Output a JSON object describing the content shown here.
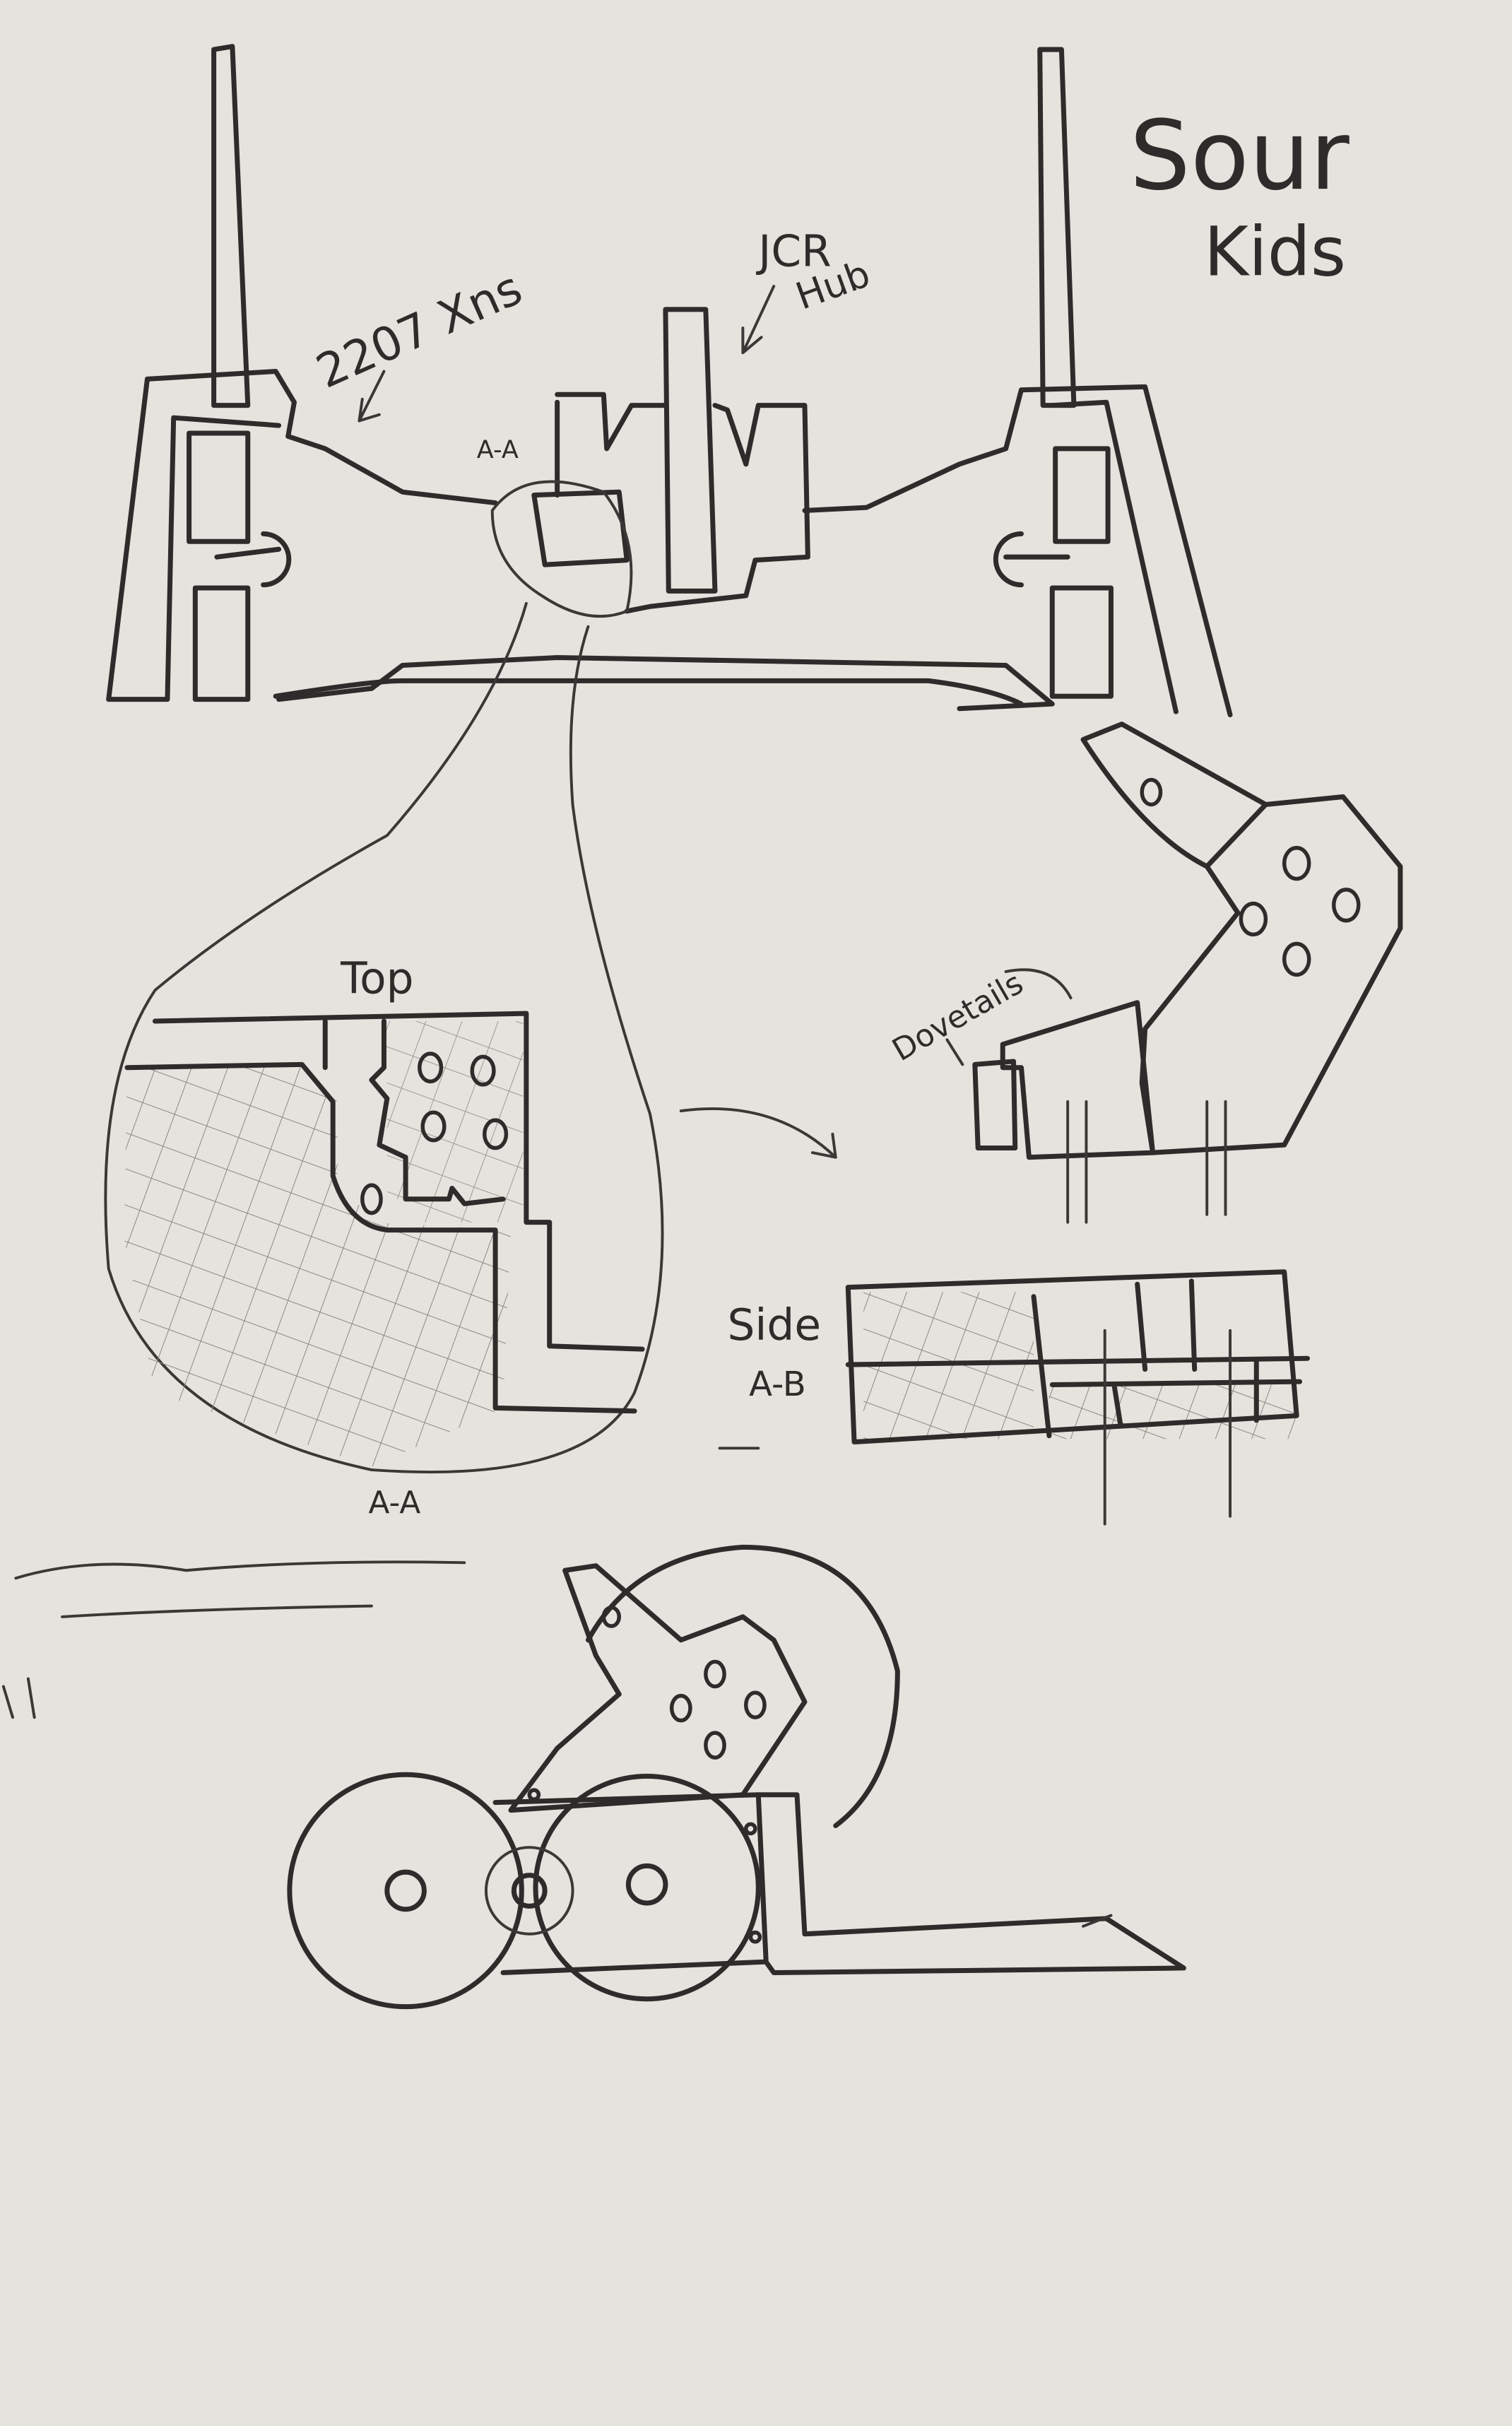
{
  "title": {
    "line1": "Sour",
    "line2": "Kids"
  },
  "labels": {
    "motors": "2207 Xns",
    "hub_line1": "JCR",
    "hub_line2": "Hub",
    "section_marker": "A-A",
    "top_view": "Top",
    "detail_caption": "A-A",
    "dovetails": "Dovetails",
    "side_view": "Side",
    "side_section": "A-B"
  },
  "colors": {
    "paper": "#e6e2dd",
    "pencil": "#2e2c2a"
  }
}
